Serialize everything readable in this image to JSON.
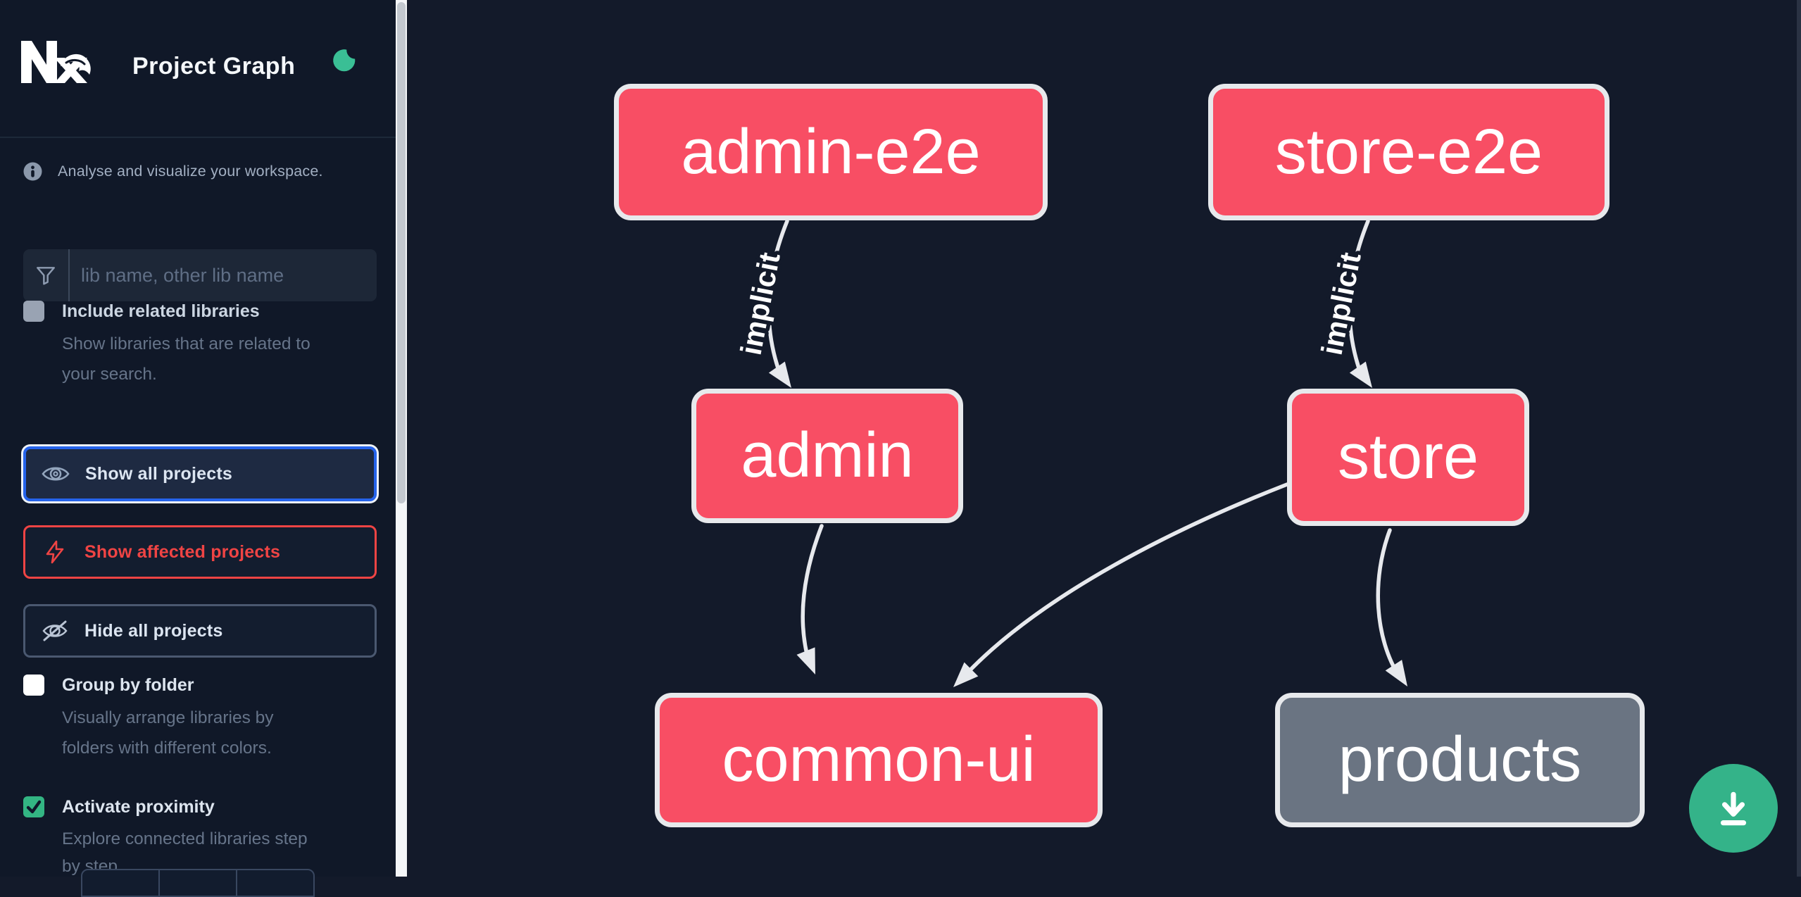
{
  "app": {
    "title": "Project Graph",
    "theme_icon": "moon-icon"
  },
  "sidebar": {
    "tagline": "Analyse and visualize your workspace.",
    "filter": {
      "placeholder": "lib name, other lib name",
      "value": "",
      "icon": "funnel-icon"
    },
    "search_option": {
      "label": "Include related libraries",
      "description_line1": "Show libraries that are related to",
      "description_line2": "your search.",
      "checked": false,
      "disabled": true
    },
    "actions": [
      {
        "label": "Show all projects",
        "icon": "eye-icon",
        "state": "focused",
        "accent": "#2563eb"
      },
      {
        "label": "Show affected projects",
        "icon": "bolt-icon",
        "state": "default",
        "accent": "#ef4444"
      },
      {
        "label": "Hide all projects",
        "icon": "eye-off-icon",
        "state": "default",
        "accent": "#4a5870"
      }
    ],
    "display_options": [
      {
        "label": "Group by folder",
        "description_line1": "Visually arrange libraries by",
        "description_line2": "folders with different colors.",
        "checked": false
      },
      {
        "label": "Activate proximity",
        "description_line1": "Explore connected libraries step",
        "description_line2": "by step.",
        "checked": true
      }
    ]
  },
  "graph": {
    "nodes": [
      {
        "id": "admin-e2e",
        "label": "admin-e2e",
        "color": "#f84e64"
      },
      {
        "id": "store-e2e",
        "label": "store-e2e",
        "color": "#f84e64"
      },
      {
        "id": "admin",
        "label": "admin",
        "color": "#f84e64"
      },
      {
        "id": "store",
        "label": "store",
        "color": "#f84e64"
      },
      {
        "id": "common-ui",
        "label": "common-ui",
        "color": "#f84e64"
      },
      {
        "id": "products",
        "label": "products",
        "color": "#6a7482"
      }
    ],
    "edges": [
      {
        "source": "admin-e2e",
        "target": "admin",
        "label": "implicit"
      },
      {
        "source": "store-e2e",
        "target": "store",
        "label": "implicit"
      },
      {
        "source": "admin",
        "target": "common-ui"
      },
      {
        "source": "store",
        "target": "common-ui"
      },
      {
        "source": "store",
        "target": "products"
      }
    ]
  },
  "controls": {
    "download_icon": "download-icon"
  },
  "colors": {
    "background": "#131a2a",
    "sidebar_background": "#101828",
    "node_pink": "#f84e64",
    "node_gray": "#6a7482",
    "node_border": "#e7e9ec",
    "edge": "#e7e9ed",
    "focus_blue": "#2563eb",
    "affected_red": "#ef4444",
    "accent_green": "#34b389",
    "moon_green": "#3abf95"
  }
}
